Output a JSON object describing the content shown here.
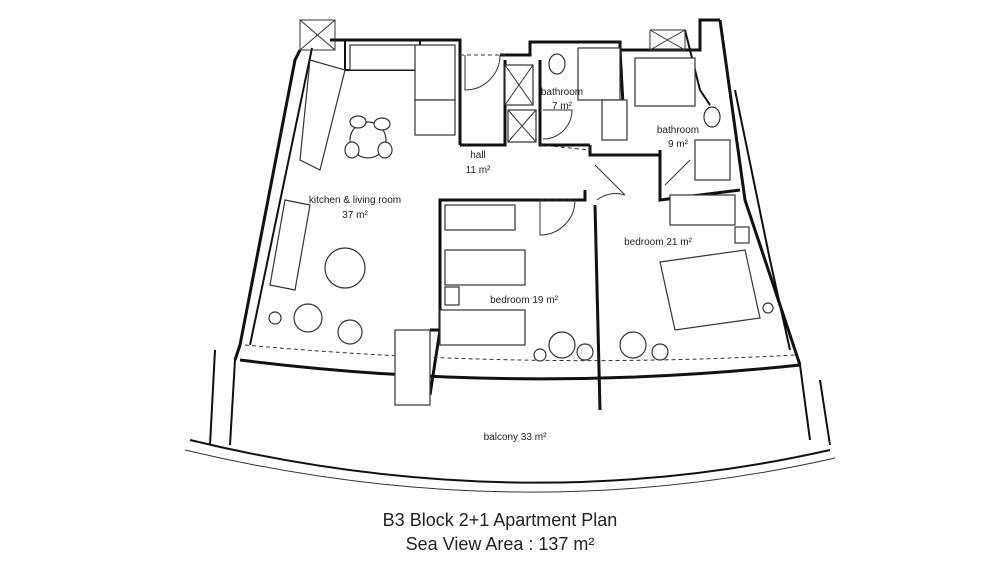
{
  "plan": {
    "rooms": {
      "kitchen_living": {
        "name": "kitchen & living room",
        "area": "37 m²"
      },
      "hall": {
        "name": "hall",
        "area": "11 m²"
      },
      "bathroom1": {
        "name": "bathroom",
        "area": "7 m²"
      },
      "bathroom2": {
        "name": "bathroom",
        "area": "9 m²"
      },
      "bedroom1": {
        "name": "bedroom 19 m²"
      },
      "bedroom2": {
        "name": "bedroom 21 m²"
      },
      "balcony": {
        "name": "balcony 33 m²"
      }
    }
  },
  "caption": {
    "line1": "B3 Block 2+1 Apartment Plan",
    "line2": "Sea View Area : 137 m²"
  }
}
